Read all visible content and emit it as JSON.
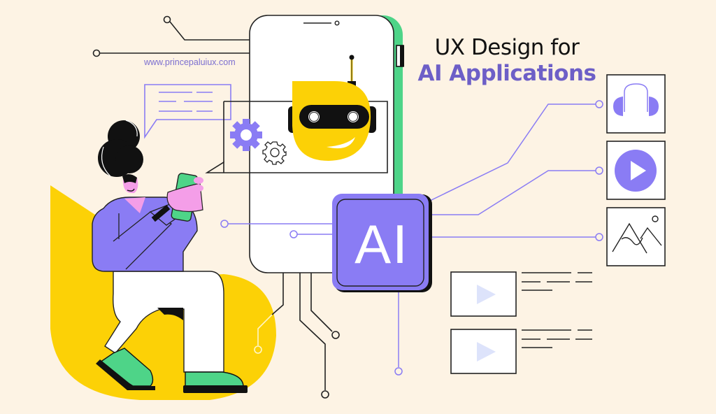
{
  "header": {
    "title_line1": "UX Design for",
    "title_line2": "AI Applications",
    "website": "www.princepaluiux.com"
  },
  "center_chip": {
    "label": "AI",
    "icon": "ai-chip-icon"
  },
  "media_tiles": [
    {
      "icon": "headphones-icon"
    },
    {
      "icon": "play-circle-icon"
    },
    {
      "icon": "image-mountain-icon"
    }
  ],
  "video_cards": [
    {
      "icon": "play-thumbnail-icon"
    },
    {
      "icon": "play-thumbnail-icon"
    }
  ],
  "illustration": {
    "figure": "woman-sitting-with-phone",
    "device": "smartphone",
    "robot": "robot-assistant-icon",
    "gears": [
      "gear-icon",
      "gear-outline-icon"
    ],
    "chat": "speech-bubble-icon"
  },
  "colors": {
    "background": "#fdf3e4",
    "accent_purple": "#8a7cf4",
    "title_purple": "#6d5fc7",
    "yellow": "#fcd106",
    "green": "#4ed488",
    "pink": "#f49ee8",
    "ink": "#111111"
  }
}
